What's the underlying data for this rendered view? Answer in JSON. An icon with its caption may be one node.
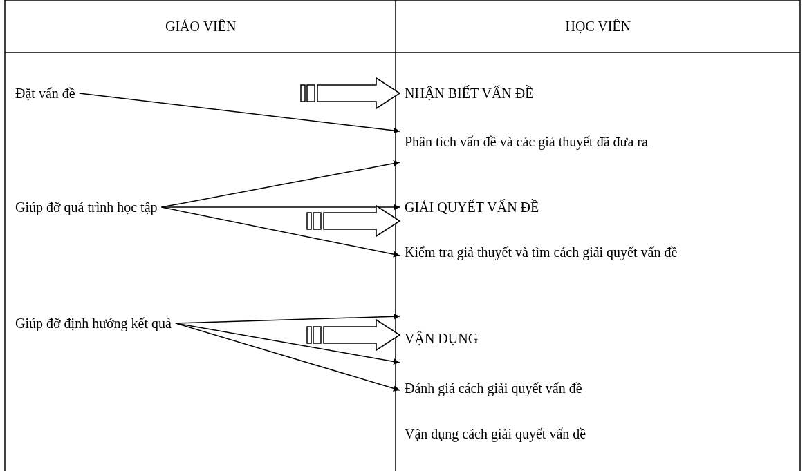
{
  "diagram": {
    "nodes": [
      {
        "text": [
          "Đặt vấn đề"
        ]
      },
      {
        "text": [
          "Giúp đỡ quá trình học tập"
        ]
      },
      {
        "text": [
          "Giúp đỡ định hướng kết quả"
        ]
      },
      {
        "text": [
          "NHẬN BIẾT VẤN ĐỀ"
        ]
      },
      {
        "text": [
          "Phân tích vấn đề và các giả thuyết đã đưa ra"
        ]
      },
      {
        "text": [
          "GIẢI QUYẾT VẤN ĐỀ"
        ]
      },
      {
        "text": [
          "Kiểm tra giả thuyết và tìm cách giải quyết vấn đề"
        ]
      },
      {
        "text": [
          "VẬN DỤNG"
        ]
      },
      {
        "text": [
          "Đánh giá cách giải quyết vấn đề"
        ]
      },
      {
        "text": [
          "Vận dụng cách giải quyết vấn đề"
        ]
      }
    ],
    "edges": [
      {
        "from": null,
        "to": 3,
        "arrow": "to",
        "style": "thick"
      },
      {
        "from": 0,
        "to": 4,
        "arrow": "to"
      },
      {
        "from": 1,
        "to": 4,
        "arrow": "to"
      },
      {
        "from": 1,
        "to": 5,
        "arrow": "to"
      },
      {
        "from": null,
        "to": 5,
        "arrow": "to",
        "style": "thick"
      },
      {
        "from": 1,
        "to": 6,
        "arrow": "to"
      },
      {
        "from": 2,
        "to": 7,
        "arrow": "to"
      },
      {
        "from": null,
        "to": 7,
        "arrow": "to",
        "style": "thick"
      },
      {
        "from": 2,
        "to": 7,
        "arrow": "to"
      },
      {
        "from": 2,
        "to": 8,
        "arrow": "to"
      }
    ],
    "labels": [
      "GIÁO VIÊN",
      "HỌC VIÊN"
    ]
  }
}
